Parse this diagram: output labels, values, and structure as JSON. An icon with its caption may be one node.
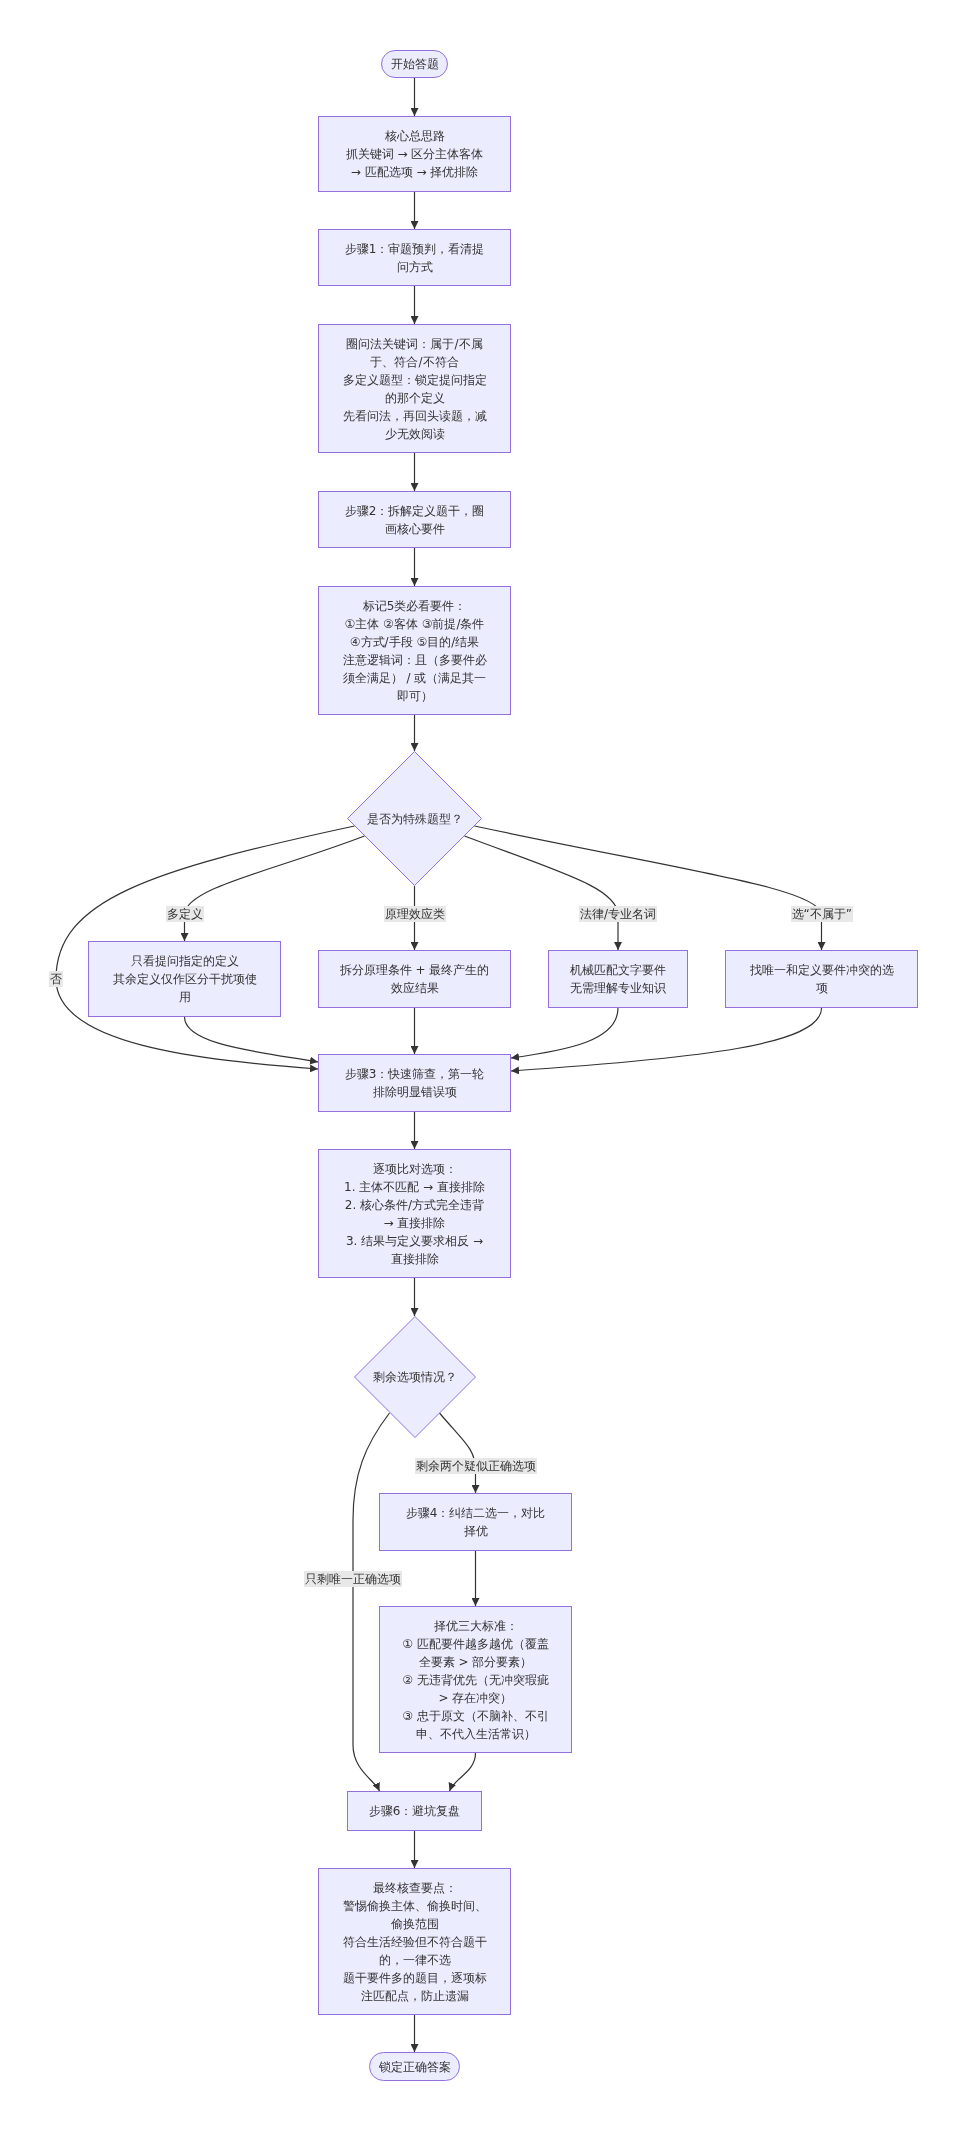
{
  "diagram": {
    "nodes": [
      {
        "text": [
          "开始答题"
        ]
      },
      {
        "text": [
          "核心总思路",
          "抓关键词 → 区分主体客体 → 匹配选项 → 择优排除"
        ]
      },
      {
        "text": [
          "步骤1：审题预判，看清提问方式"
        ]
      },
      {
        "text": [
          "圈问法关键词：属于/不属于、符合/不符合",
          "多定义题型：锁定提问指定的那个定义",
          "先看问法，再回头读题，减少无效阅读"
        ]
      },
      {
        "text": [
          "步骤2：拆解定义题干，圈画核心要件"
        ]
      },
      {
        "text": [
          "标记5类必看要件：",
          "①主体 ②客体 ③前提/条件 ④方式/手段 ⑤目的/结果",
          "注意逻辑词：且（多要件必须全满足） / 或（满足其一即可）"
        ]
      },
      {
        "text": [
          "是否为特殊题型？"
        ]
      },
      {
        "text": [
          "只看提问指定的定义",
          "其余定义仅作区分干扰项使用"
        ]
      },
      {
        "text": [
          "拆分原理条件 + 最终产生的效应结果"
        ]
      },
      {
        "text": [
          "机械匹配文字要件",
          "无需理解专业知识"
        ]
      },
      {
        "text": [
          "找唯一和定义要件冲突的选项"
        ]
      },
      {
        "text": [
          "步骤3：快速筛查，第一轮排除明显错误项"
        ]
      },
      {
        "text": [
          "逐项比对选项：",
          "1. 主体不匹配 → 直接排除",
          "2. 核心条件/方式完全违背 → 直接排除",
          "3. 结果与定义要求相反 → 直接排除"
        ]
      },
      {
        "text": [
          "剩余选项情况？"
        ]
      },
      {
        "text": [
          "步骤4：纠结二选一，对比择优"
        ]
      },
      {
        "text": [
          "择优三大标准：",
          "① 匹配要件越多越优（覆盖全要素 > 部分要素）",
          "② 无违背优先（无冲突瑕疵 > 存在冲突）",
          "③ 忠于原文（不脑补、不引申、不代入生活常识）"
        ]
      },
      {
        "text": [
          "步骤6：避坑复盘"
        ]
      },
      {
        "text": [
          "最终核查要点：",
          "警惕偷换主体、偷换时间、偷换范围",
          "符合生活经验但不符合题干的，一律不选",
          "题干要件多的题目，逐项标注匹配点，防止遗漏"
        ]
      },
      {
        "text": [
          "锁定正确答案"
        ]
      }
    ],
    "edges": [
      {
        "from": 0,
        "to": 1,
        "arrow": "to"
      },
      {
        "from": 1,
        "to": 2,
        "arrow": "to"
      },
      {
        "from": 2,
        "to": 3,
        "arrow": "to"
      },
      {
        "from": 3,
        "to": 4,
        "arrow": "to"
      },
      {
        "from": 4,
        "to": 5,
        "arrow": "to"
      },
      {
        "from": 5,
        "to": 6,
        "arrow": "to"
      },
      {
        "from": 6,
        "to": 7,
        "arrow": "to",
        "label": "多定义"
      },
      {
        "from": 6,
        "to": 8,
        "arrow": "to",
        "label": "原理效应类"
      },
      {
        "from": 6,
        "to": 9,
        "arrow": "to",
        "label": "法律/专业名词"
      },
      {
        "from": 6,
        "to": 10,
        "arrow": "to",
        "label": "选“不属于”"
      },
      {
        "from": 6,
        "to": 11,
        "arrow": "to",
        "label": "否"
      },
      {
        "from": 7,
        "to": 11,
        "arrow": "to"
      },
      {
        "from": 8,
        "to": 11,
        "arrow": "to"
      },
      {
        "from": 9,
        "to": 11,
        "arrow": "to"
      },
      {
        "from": 10,
        "to": 11,
        "arrow": "to"
      },
      {
        "from": 11,
        "to": 12,
        "arrow": "to"
      },
      {
        "from": 12,
        "to": 13,
        "arrow": "to"
      },
      {
        "from": 13,
        "to": 14,
        "arrow": "to",
        "label": "剩余两个疑似正确选项"
      },
      {
        "from": 13,
        "to": 16,
        "arrow": "to",
        "label": "只剩唯一正确选项"
      },
      {
        "from": 14,
        "to": 15,
        "arrow": "to"
      },
      {
        "from": 15,
        "to": 16,
        "arrow": "to"
      },
      {
        "from": 16,
        "to": 17,
        "arrow": "to"
      },
      {
        "from": 17,
        "to": 18,
        "arrow": "to"
      }
    ]
  }
}
